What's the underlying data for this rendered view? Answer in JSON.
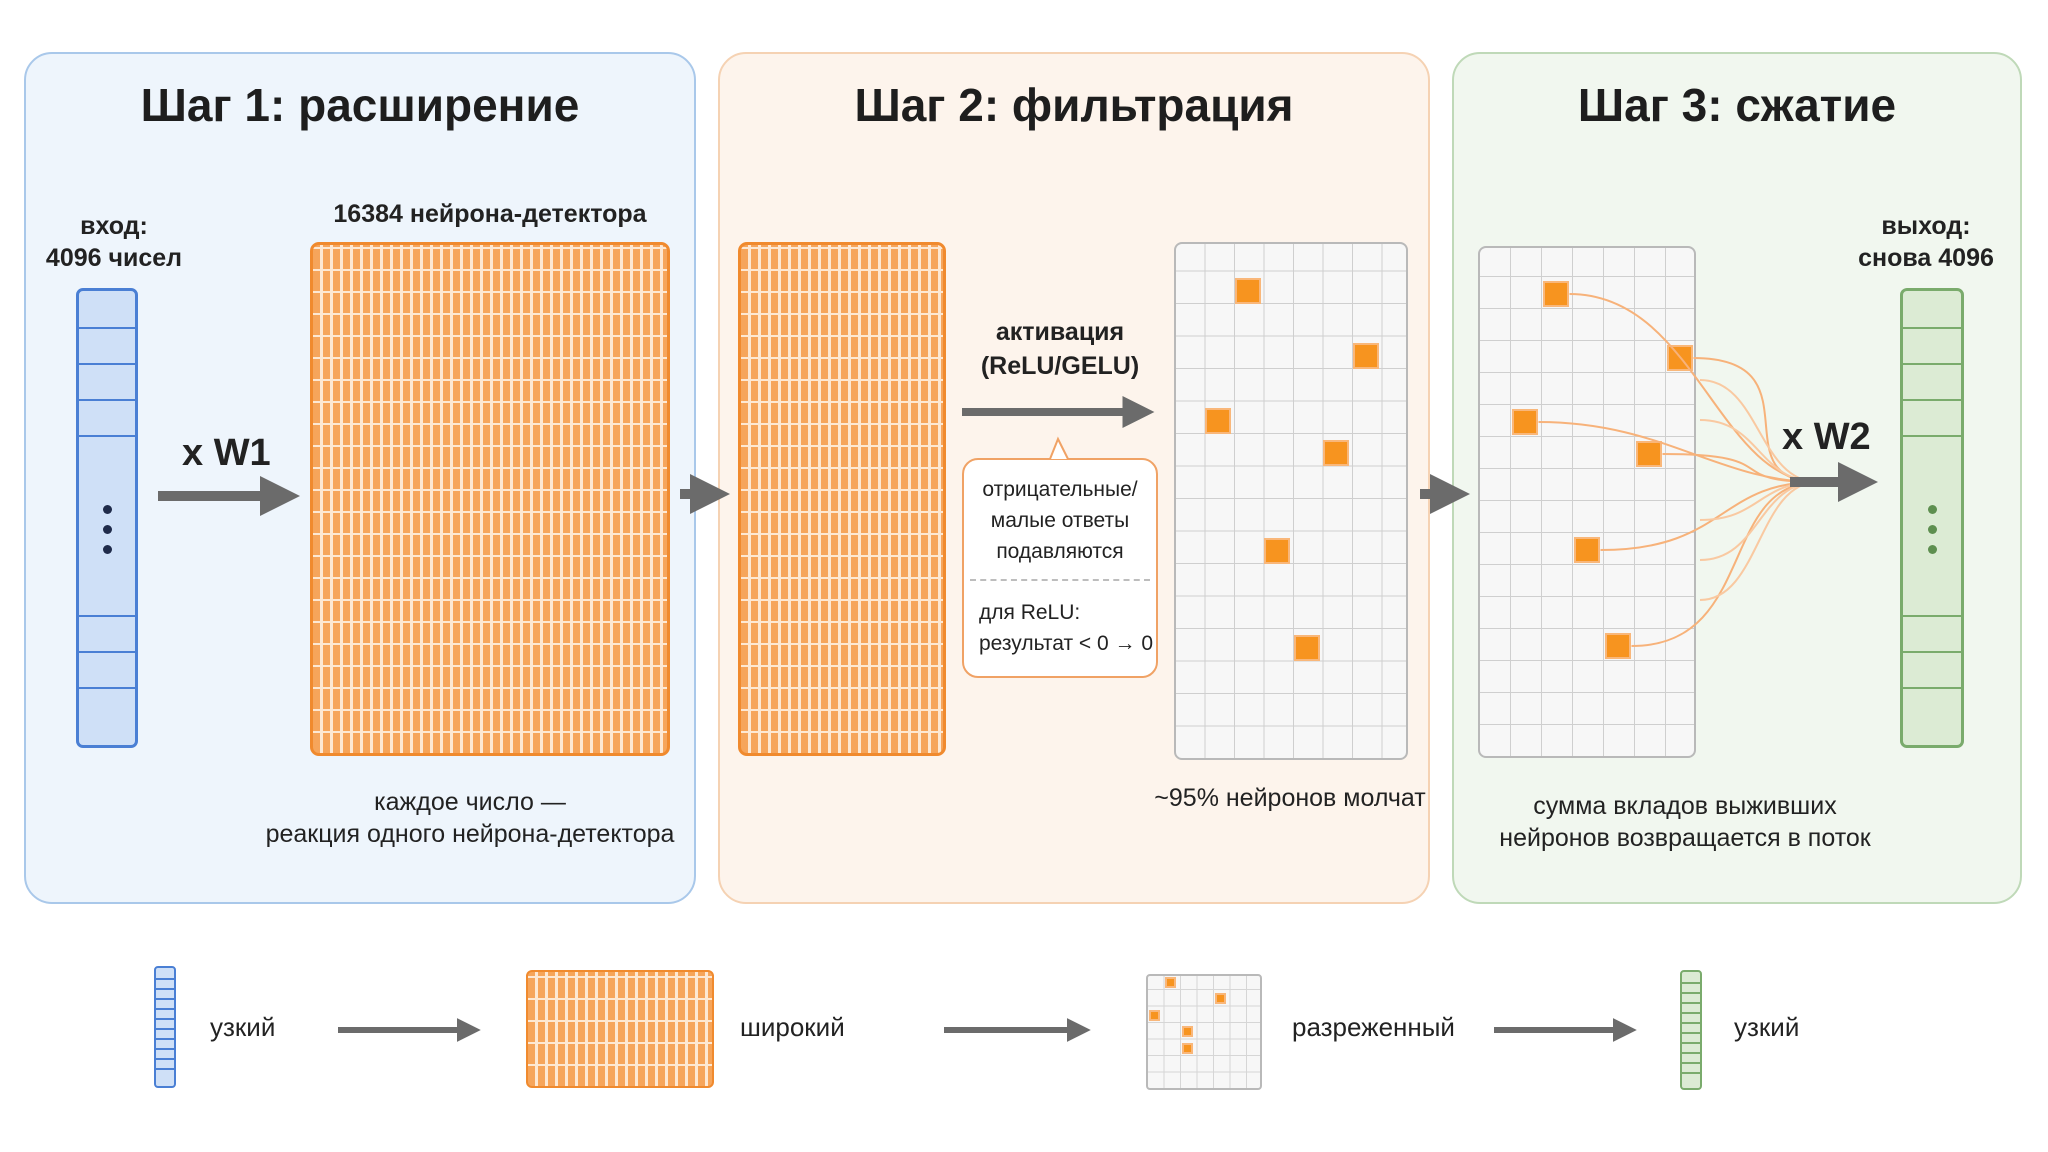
{
  "steps": [
    {
      "title": "Шаг 1: расширение"
    },
    {
      "title": "Шаг 2: фильтрация"
    },
    {
      "title": "Шаг 3: сжатие"
    }
  ],
  "step1": {
    "input_label_line1": "вход:",
    "input_label_line2": "4096 чисел",
    "operator": "x W1",
    "matrix_label": "16384 нейрона-детектора",
    "caption_line1": "каждое число —",
    "caption_line2": "реакция одного нейрона-детектора"
  },
  "step2": {
    "activation_line1": "активация",
    "activation_line2": "(ReLU/GELU)",
    "note_line1": "отрицательные/",
    "note_line2": "малые ответы",
    "note_line3": "подавляются",
    "relu_line1": "для ReLU:",
    "relu_line2": "результат < 0 → 0",
    "sparse_caption": "~95% нейронов молчат"
  },
  "step3": {
    "operator": "x W2",
    "output_label_line1": "выход:",
    "output_label_line2": "снова 4096",
    "caption_line1": "сумма вкладов выживших",
    "caption_line2": "нейронов возвращается в поток"
  },
  "legend": {
    "narrow1": "узкий",
    "wide": "широкий",
    "sparse": "разреженный",
    "narrow2": "узкий"
  },
  "colors": {
    "input_blue": "#4a7fd4",
    "activation_orange": "#f7941f",
    "output_green": "#7aab6c",
    "arrow_gray": "#6b6b6b"
  },
  "active_cells_step2": [
    [
      2,
      1
    ],
    [
      6,
      3
    ],
    [
      1,
      5
    ],
    [
      5,
      6
    ],
    [
      3,
      9
    ],
    [
      4,
      12
    ]
  ],
  "active_cells_step3": [
    [
      2,
      1
    ],
    [
      6,
      3
    ],
    [
      1,
      5
    ],
    [
      5,
      6
    ],
    [
      3,
      9
    ],
    [
      4,
      12
    ]
  ]
}
